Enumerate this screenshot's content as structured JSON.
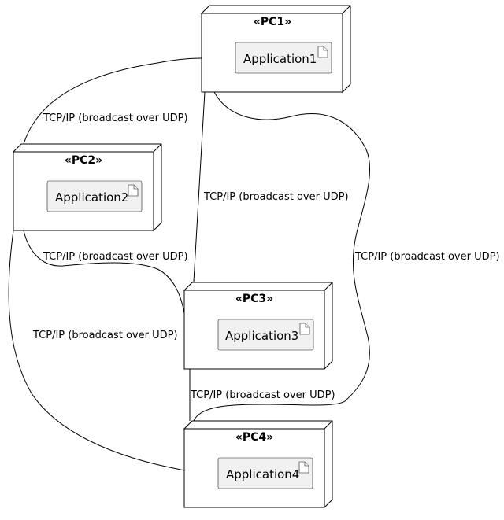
{
  "diagram": {
    "nodes": [
      {
        "id": "pc1",
        "stereotype": "«PC1»",
        "artifact": "Application1"
      },
      {
        "id": "pc2",
        "stereotype": "«PC2»",
        "artifact": "Application2"
      },
      {
        "id": "pc3",
        "stereotype": "«PC3»",
        "artifact": "Application3"
      },
      {
        "id": "pc4",
        "stereotype": "«PC4»",
        "artifact": "Application4"
      }
    ],
    "edges": [
      {
        "from": "pc1",
        "to": "pc2",
        "label": "TCP/IP (broadcast over UDP)"
      },
      {
        "from": "pc1",
        "to": "pc3",
        "label": "TCP/IP (broadcast over UDP)"
      },
      {
        "from": "pc1",
        "to": "pc4",
        "label": "TCP/IP (broadcast over UDP)"
      },
      {
        "from": "pc2",
        "to": "pc3",
        "label": "TCP/IP (broadcast over UDP)"
      },
      {
        "from": "pc2",
        "to": "pc4",
        "label": "TCP/IP (broadcast over UDP)"
      },
      {
        "from": "pc3",
        "to": "pc4",
        "label": "TCP/IP (broadcast over UDP)"
      }
    ]
  }
}
